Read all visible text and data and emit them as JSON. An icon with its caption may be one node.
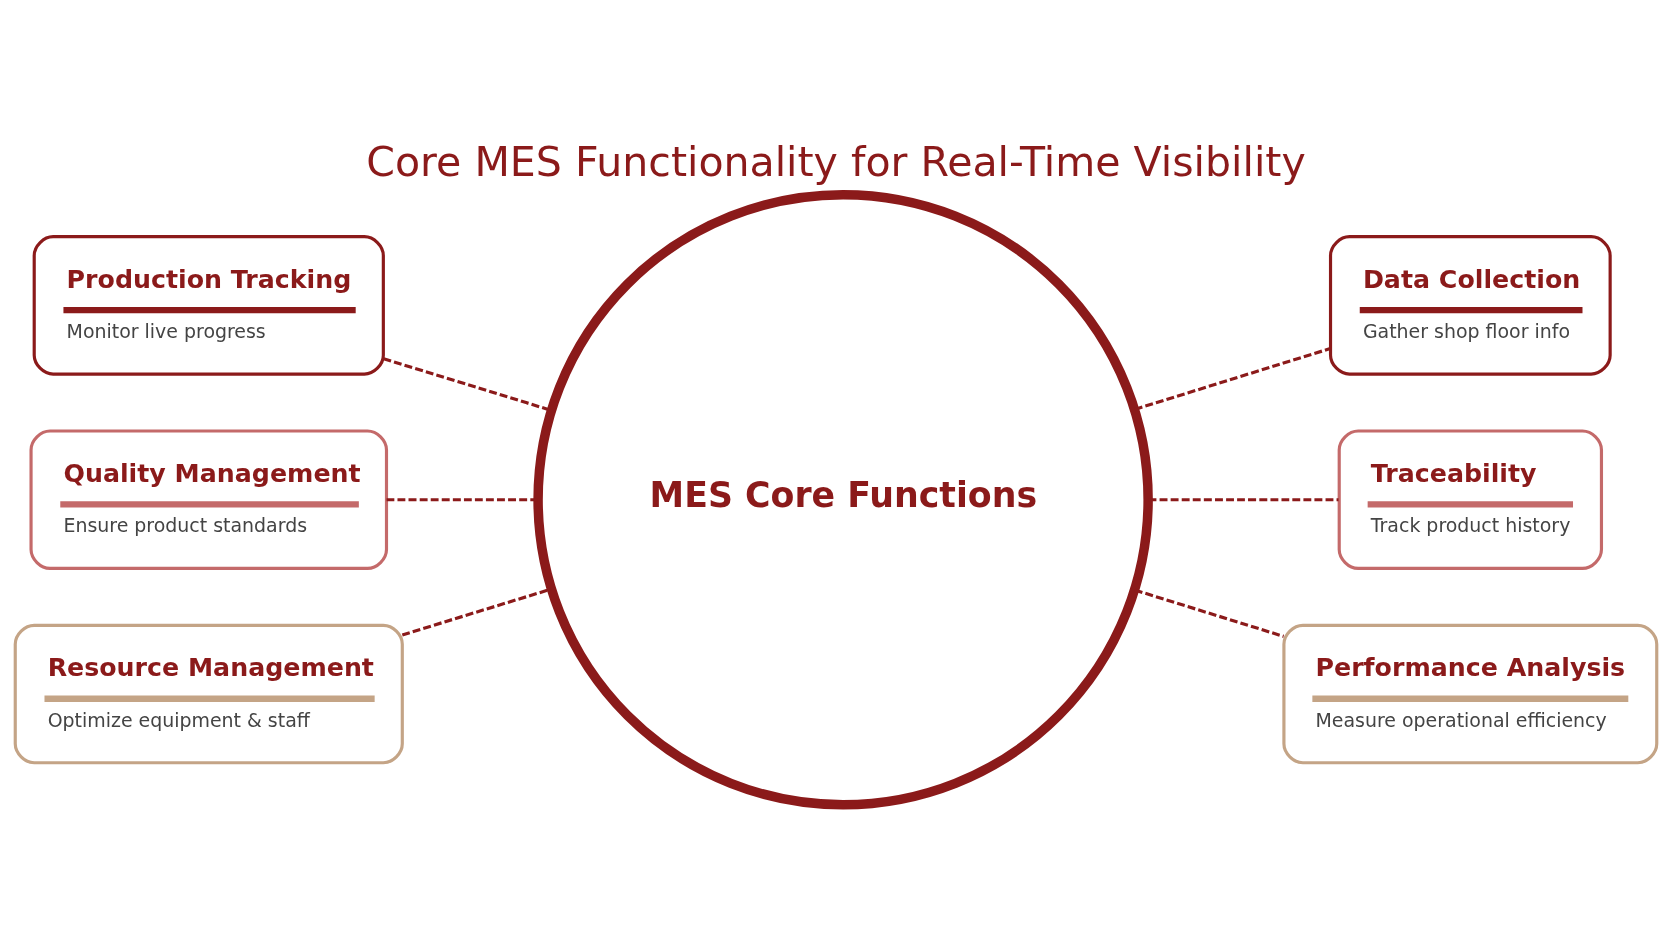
{
  "diagram": {
    "title": "Core MES Functionality for Real-Time Visibility",
    "nodes": [
      {
        "text": [
          "Production Tracking",
          "Monitor live progress"
        ]
      },
      {
        "text": [
          "Data Collection",
          "Gather shop floor info"
        ]
      },
      {
        "text": [
          "MES Core Functions"
        ]
      },
      {
        "text": [
          "Quality Management",
          "Ensure product standards"
        ]
      },
      {
        "text": [
          "Traceability",
          "Track product history"
        ]
      },
      {
        "text": [
          "Resource Management",
          "Optimize equipment & staff"
        ]
      },
      {
        "text": [
          "Performance Analysis",
          "Measure operational efficiency"
        ]
      }
    ],
    "edges": [
      {
        "from": 0,
        "to": 2,
        "arrow": "none",
        "style": "dashed"
      },
      {
        "from": 2,
        "to": 1,
        "arrow": "none",
        "style": "dashed"
      },
      {
        "from": 3,
        "to": 2,
        "arrow": "none",
        "style": "dashed"
      },
      {
        "from": 2,
        "to": 4,
        "arrow": "none",
        "style": "dashed"
      },
      {
        "from": 5,
        "to": 2,
        "arrow": "none",
        "style": "dashed"
      },
      {
        "from": 2,
        "to": 6,
        "arrow": "none",
        "style": "dashed"
      }
    ]
  }
}
